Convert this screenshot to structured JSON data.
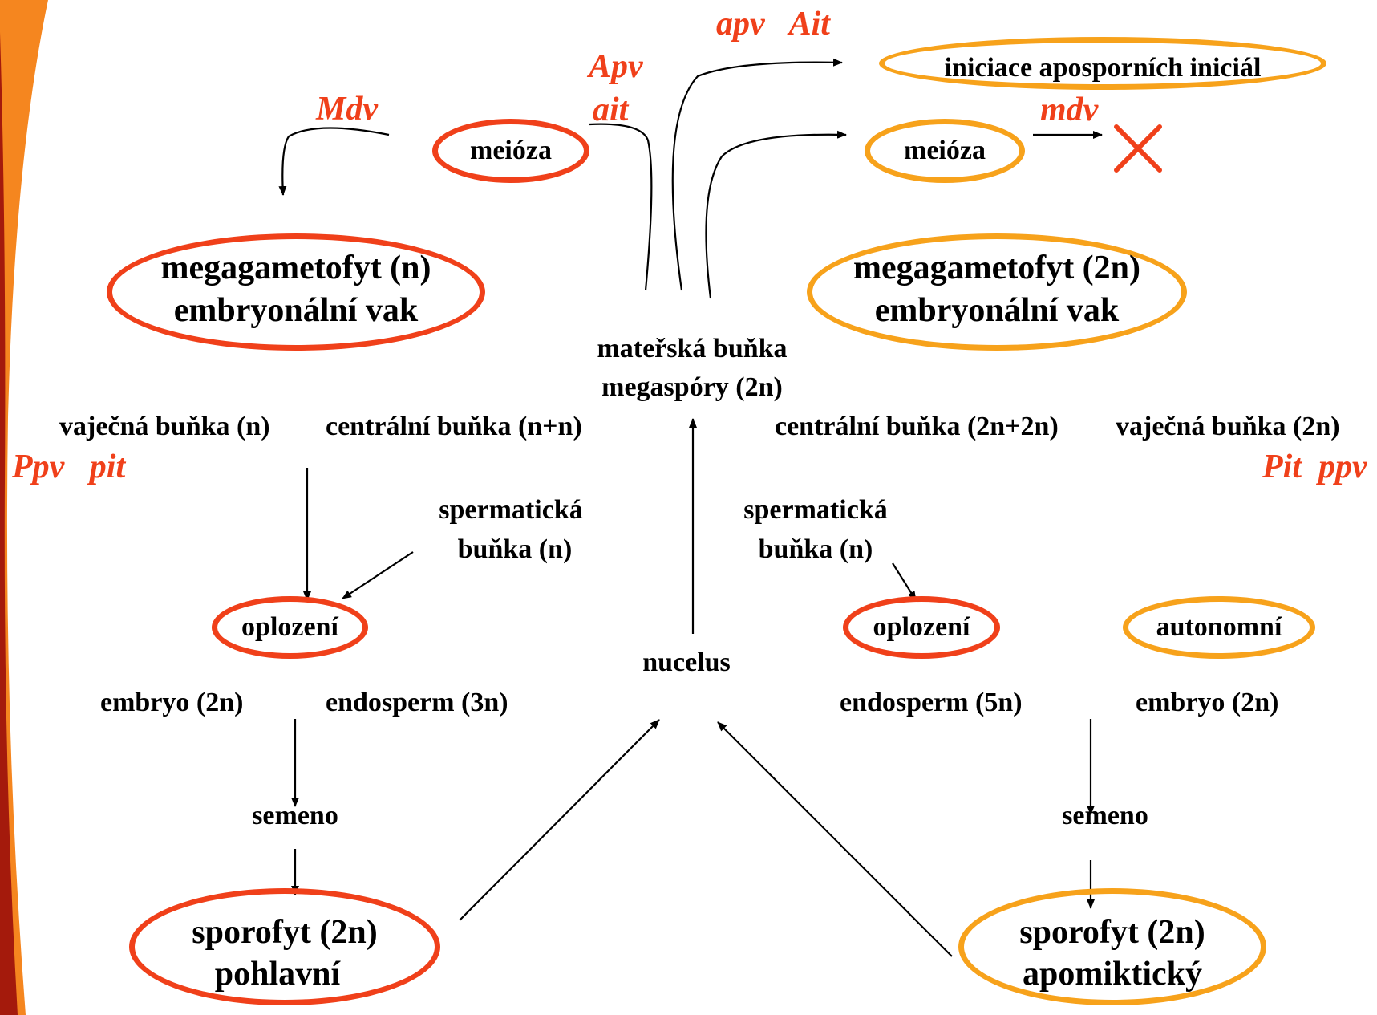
{
  "colors": {
    "sexual_pathway": "#f0401a",
    "apomictic_pathway": "#f7a21b",
    "gene_labels": "#f0401a",
    "text": "#000000",
    "slide_edge_dark": "#a41a0c",
    "slide_edge_orange": "#f5861f"
  },
  "genes": {
    "mdv_top": "Mdv",
    "apv_top": "Apv",
    "ait_top": "ait",
    "apv_ait_top": "apv   Ait",
    "mdv_right": "mdv",
    "ppv_pit": "Ppv   pit",
    "pit_ppv": "Pit  ppv"
  },
  "sexual": {
    "meioza": "meióza",
    "megagametofyt_line1": "megagametofyt (n)",
    "megagametofyt_line2": "embryonální vak",
    "vajecna_bunka": "vaječná buňka (n)",
    "centralni_bunka": "centrální buňka (n+n)",
    "spermaticka_line1": "spermatická",
    "spermaticka_line2": "buňka (n)",
    "oplozeni": "oplození",
    "embryo": "embryo (2n)",
    "endosperm": "endosperm (3n)",
    "semeno": "semeno",
    "sporofyt_line1": "sporofyt (2n)",
    "sporofyt_line2": "pohlavní"
  },
  "center": {
    "materska_line1": "mateřská buňka",
    "materska_line2": "megaspóry (2n)",
    "nucelus": "nucelus"
  },
  "apomictic": {
    "iniciace": "iniciace aposporních iniciál",
    "meioza": "meióza",
    "cross_icon": "cross-icon",
    "megagametofyt_line1": "megagametofyt (2n)",
    "megagametofyt_line2": "embryonální vak",
    "centralni_bunka": "centrální buňka (2n+2n)",
    "vajecna_bunka": "vaječná buňka (2n)",
    "spermaticka_line1": "spermatická",
    "spermaticka_line2": "buňka (n)",
    "oplozeni": "oplození",
    "autonomni": "autonomní",
    "endosperm": "endosperm (5n)",
    "embryo": "embryo (2n)",
    "semeno": "semeno",
    "sporofyt_line1": "sporofyt (2n)",
    "sporofyt_line2": "apomiktický"
  }
}
